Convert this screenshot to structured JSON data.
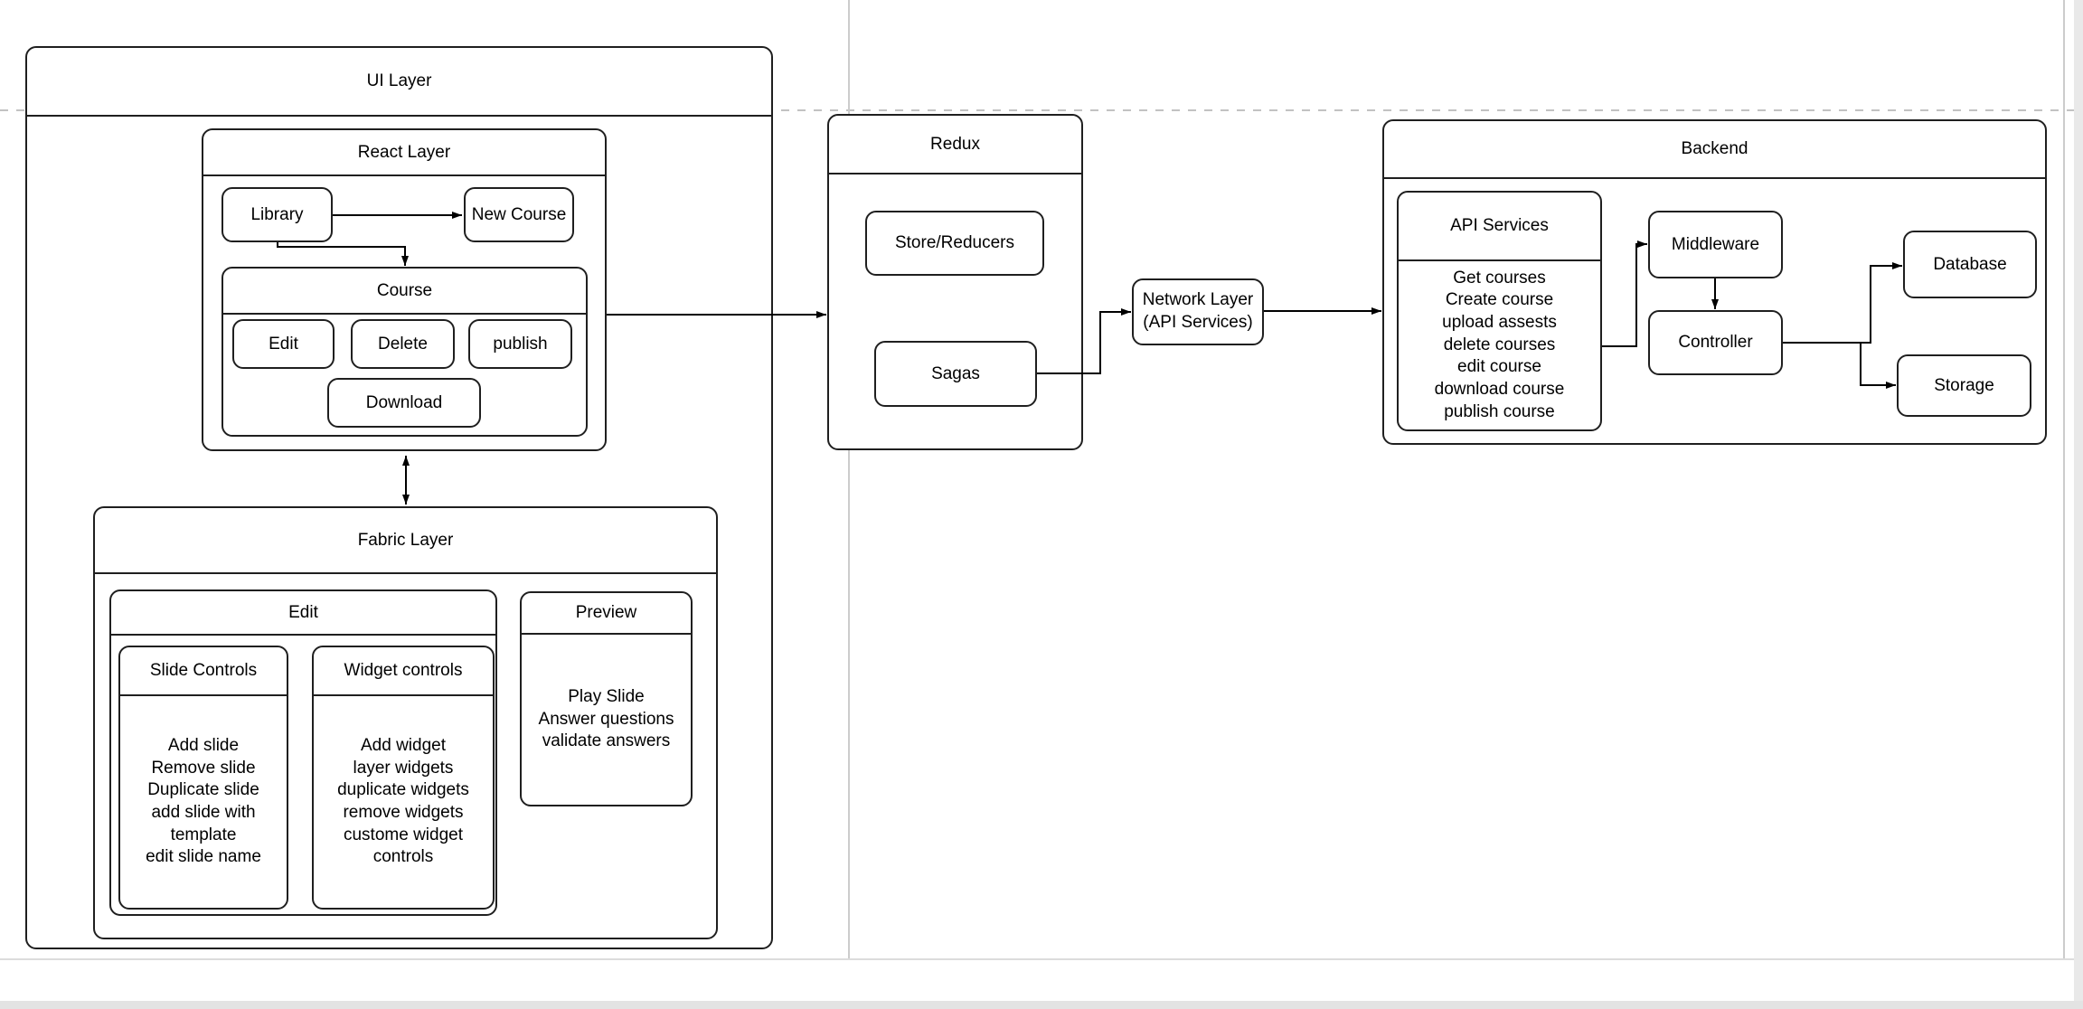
{
  "diagram": {
    "ui_layer": {
      "title": "UI Layer"
    },
    "react_layer": {
      "title": "React Layer",
      "library": "Library",
      "new_course": "New Course",
      "course": {
        "title": "Course",
        "edit": "Edit",
        "delete": "Delete",
        "publish": "publish",
        "download": "Download"
      }
    },
    "fabric_layer": {
      "title": "Fabric Layer",
      "edit": {
        "title": "Edit",
        "slide_controls": {
          "title": "Slide Controls",
          "items": "Add slide\nRemove slide\nDuplicate slide\nadd slide with template\nedit slide name"
        },
        "widget_controls": {
          "title": "Widget controls",
          "items": "Add widget\nlayer widgets\nduplicate widgets\nremove widgets\ncustome widget controls"
        }
      },
      "preview": {
        "title": "Preview",
        "items": "Play Slide\nAnswer questions\nvalidate answers"
      }
    },
    "redux": {
      "title": "Redux",
      "store_reducers": "Store/Reducers",
      "sagas": "Sagas"
    },
    "network_layer": {
      "label": "Network Layer\n(API Services)"
    },
    "backend": {
      "title": "Backend",
      "api_services": {
        "title": "API Services",
        "items": "Get courses\nCreate course\nupload assests\ndelete courses\nedit course\ndownload course\npublish course"
      },
      "middleware": "Middleware",
      "controller": "Controller",
      "database": "Database",
      "storage": "Storage"
    },
    "colors": {
      "shape_border": "#1f1f1f",
      "connector": "#000000",
      "page_guide": "#c8c8c8",
      "canvas_edge": "#e9e9e9"
    }
  }
}
